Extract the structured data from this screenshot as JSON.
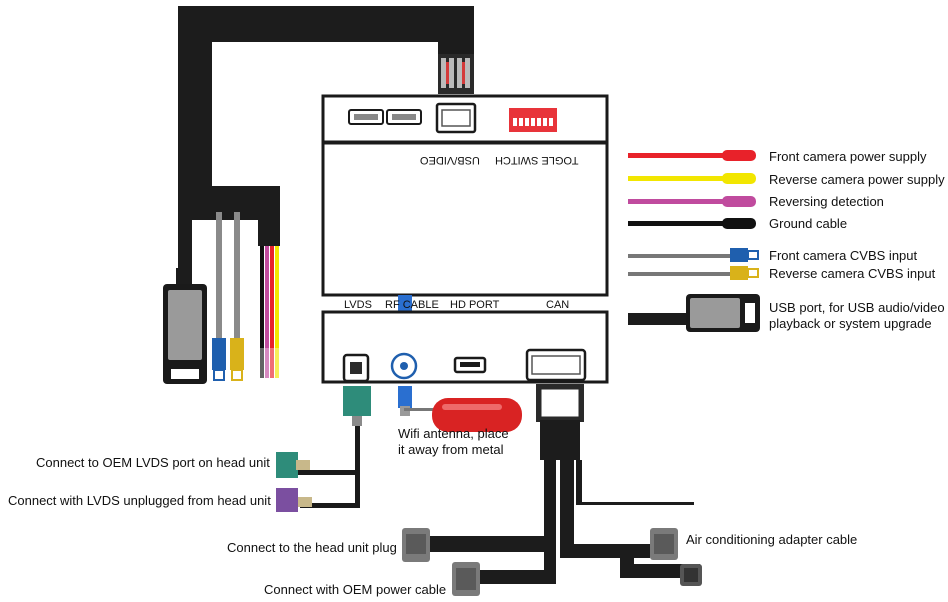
{
  "module": {
    "top_labels": {
      "usb_video": "USB/VIDEO",
      "toggle_switch": "TOGLE SWITCH"
    },
    "bottom_labels": {
      "lvds": "LVDS",
      "rf_cable": "RF CABLE",
      "hd_port": "HD PORT",
      "can": "CAN"
    }
  },
  "legend": [
    {
      "label": "Front camera power supply",
      "color": "#e8222a"
    },
    {
      "label": "Reverse camera power supply",
      "color": "#f2e600"
    },
    {
      "label": "Reversing detection",
      "color": "#c04b9e"
    },
    {
      "label": "Ground cable",
      "color": "#111111"
    },
    {
      "label": "Front camera CVBS input",
      "color": "#1f5fae"
    },
    {
      "label": "Reverse camera CVBS input",
      "color": "#d9b21a"
    },
    {
      "label_line1": "USB port, for USB audio/video",
      "label_line2": "playback or system upgrade"
    }
  ],
  "wifi": {
    "line1": "Wifi antenna, place",
    "line2": "it away from metal",
    "color": "#d92323"
  },
  "lvds_callouts": {
    "oem": "Connect to OEM LVDS port on head unit",
    "unplugged": "Connect with LVDS unplugged from head unit"
  },
  "harness_callouts": {
    "head_unit": "Connect to the head unit plug",
    "oem_power": "Connect with OEM power cable",
    "air_conditioning": "Air conditioning adapter cable"
  }
}
